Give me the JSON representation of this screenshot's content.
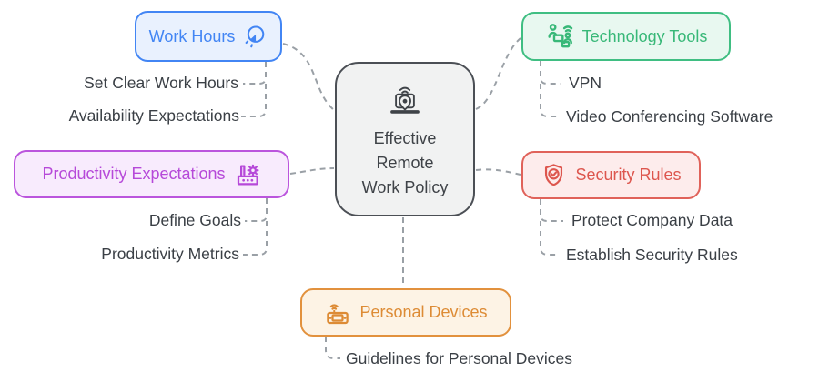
{
  "diagram": {
    "connector_color": "#9aa0a6",
    "leaf_color": "#3a3f45",
    "center": {
      "lines": [
        "Effective",
        "Remote",
        "Work Policy"
      ],
      "border": "#4b4f55",
      "fill": "#f1f2f2",
      "text": "#3f4348",
      "icon": "laptop-location-pin-icon"
    },
    "branches": [
      {
        "id": "work-hours",
        "label": "Work Hours",
        "icon": "clock-timer-icon",
        "border": "#4285f4",
        "fill": "#e9f1fe",
        "text": "#4285f4",
        "children": [
          "Set Clear Work Hours",
          "Availability Expectations"
        ]
      },
      {
        "id": "technology-tools",
        "label": "Technology Tools",
        "icon": "remote-team-icon",
        "border": "#3fbe82",
        "fill": "#e8f8f0",
        "text": "#38b878",
        "children": [
          "VPN",
          "Video Conferencing Software"
        ]
      },
      {
        "id": "productivity-expectations",
        "label": "Productivity Expectations",
        "icon": "factory-gear-icon",
        "border": "#bb55dd",
        "fill": "#f8ebfd",
        "text": "#b649d9",
        "children": [
          "Define Goals",
          "Productivity Metrics"
        ]
      },
      {
        "id": "security-rules",
        "label": "Security Rules",
        "icon": "shield-check-icon",
        "border": "#e0625a",
        "fill": "#fdecec",
        "text": "#dd564e",
        "children": [
          "Protect Company Data",
          "Establish Security Rules"
        ]
      },
      {
        "id": "personal-devices",
        "label": "Personal Devices",
        "icon": "device-wifi-icon",
        "border": "#e2913d",
        "fill": "#fdf3e5",
        "text": "#dd8b35",
        "children": [
          "Guidelines for Personal Devices"
        ]
      }
    ]
  }
}
